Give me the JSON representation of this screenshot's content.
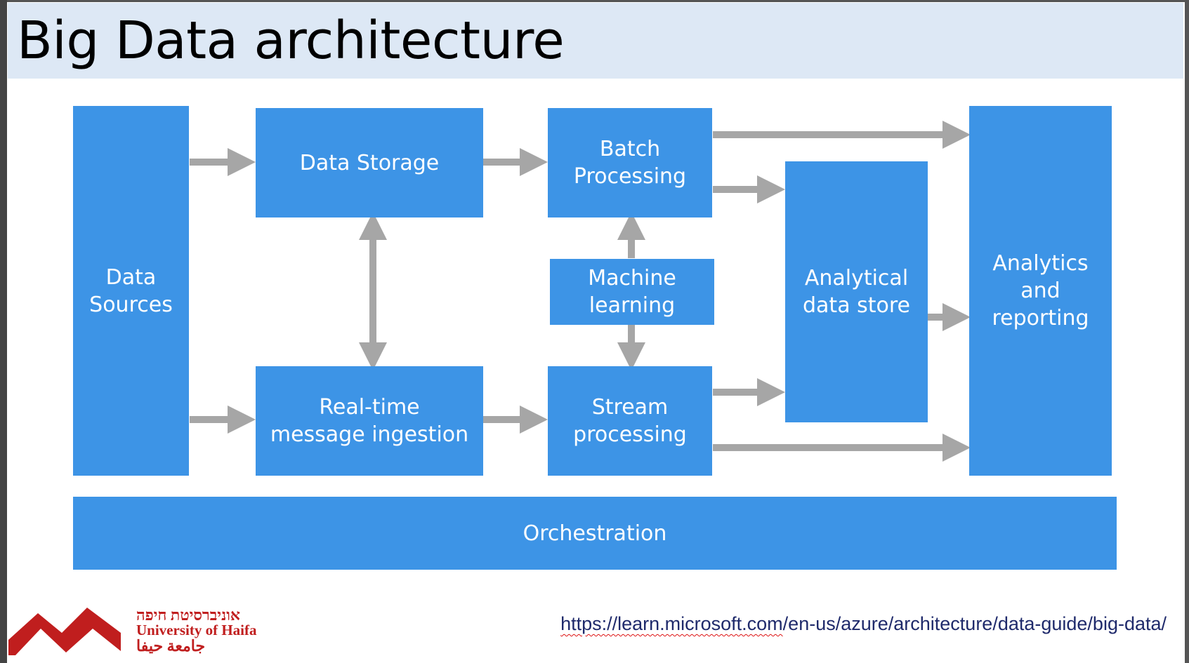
{
  "slide": {
    "title": "Big Data architecture",
    "url_part_1": "https://learn.microsoft.com",
    "url_part_2": "/en-us/azure/architecture/data-guide/big-data/"
  },
  "diagram": {
    "box_color": "#3d94e6",
    "arrow_color": "#a6a6a6",
    "nodes": {
      "data_sources": "Data\nSources",
      "data_storage": "Data Storage",
      "realtime_ingestion": "Real-time\nmessage ingestion",
      "batch_processing": "Batch\nProcessing",
      "machine_learning": "Machine\nlearning",
      "stream_processing": "Stream\nprocessing",
      "analytical_store": "Analytical\ndata store",
      "analytics_reporting": "Analytics\nand\nreporting",
      "orchestration": "Orchestration"
    }
  },
  "logo": {
    "hebrew": "אוניברסיטת חיפה",
    "english": "University of Haifa",
    "arabic": "جامعة حيفا",
    "color": "#c01e1e"
  }
}
